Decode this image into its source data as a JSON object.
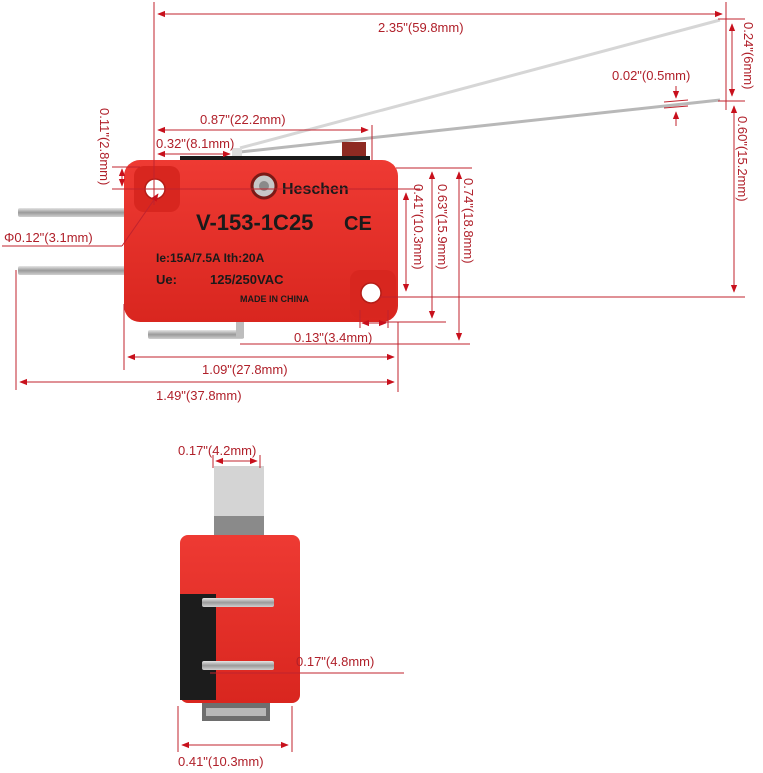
{
  "product": {
    "brand": "Heschen",
    "model": "V-153-1C25",
    "certification": "CE",
    "rating_current": "Ie:15A/7.5A Ith:20A",
    "rating_voltage_label": "Ue:",
    "rating_voltage": "125/250VAC",
    "origin": "MADE IN CHINA"
  },
  "colors": {
    "body_red": "#e8302a",
    "dimension_red": "#c0232e",
    "lever_metal": "#c8c8c8",
    "terminal_metal": "#9a9a9a",
    "black_base": "#1a1a1a"
  },
  "front_view": {
    "dimensions": {
      "overall_lever_length": "2.35\"(59.8mm)",
      "lever_tip_offset": "0.24\"(6mm)",
      "lever_thickness": "0.02\"(0.5mm)",
      "lever_to_hole_height": "0.60\"(15.2mm)",
      "lever_pivot_to_edge": "0.87\"(22.2mm)",
      "hole_to_lever_pivot": "0.32\"(8.1mm)",
      "hole_from_top": "0.11\"(2.8mm)",
      "hole_diameter": "Φ0.12\"(3.1mm)",
      "hole_spacing_vertical": "0.41\"(10.3mm)",
      "body_height": "0.63\"(15.9mm)",
      "total_height": "0.74\"(18.8mm)",
      "hole_from_side": "0.13\"(3.4mm)",
      "body_length": "1.09\"(27.8mm)",
      "total_length": "1.49\"(37.8mm)"
    }
  },
  "side_view": {
    "dimensions": {
      "lever_width": "0.17\"(4.2mm)",
      "terminal_width": "0.17\"(4.8mm)",
      "body_width": "0.41\"(10.3mm)"
    }
  }
}
